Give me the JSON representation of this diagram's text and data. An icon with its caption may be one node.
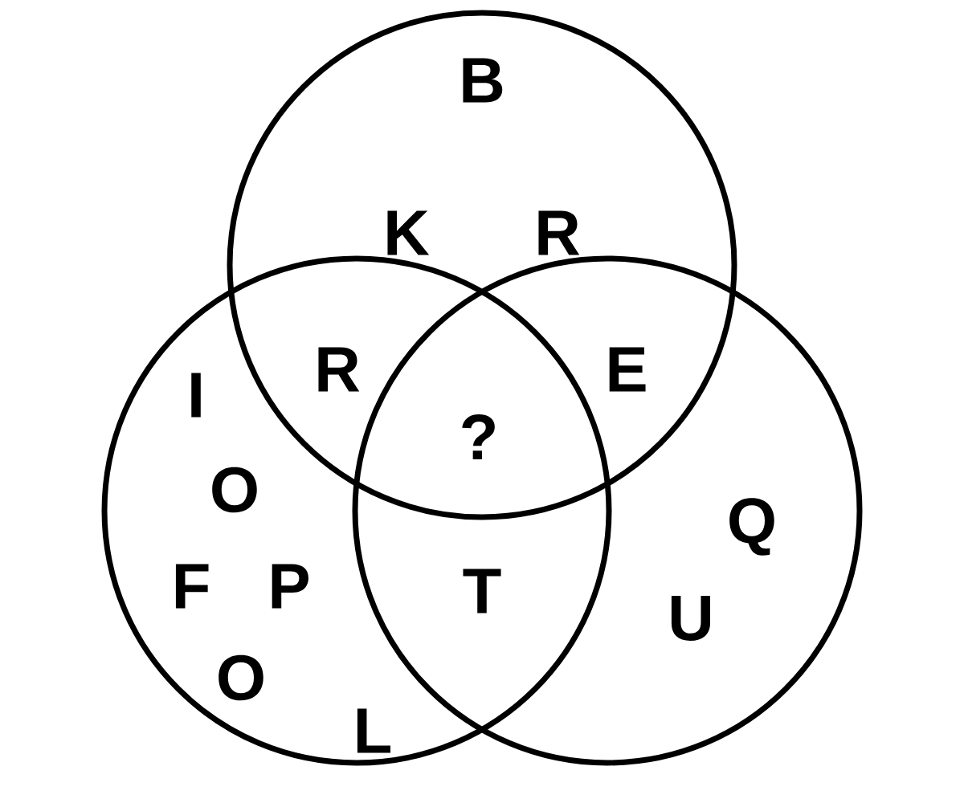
{
  "diagram": {
    "nodes": [
      {
        "text": [],
        "shape": "circle"
      },
      {
        "text": [],
        "shape": "circle"
      },
      {
        "text": [],
        "shape": "circle"
      }
    ],
    "labels": [
      "B",
      "K",
      "R",
      "R",
      "E",
      "I",
      "?",
      "O",
      "Q",
      "F",
      "P",
      "T",
      "U",
      "O",
      "L"
    ]
  }
}
